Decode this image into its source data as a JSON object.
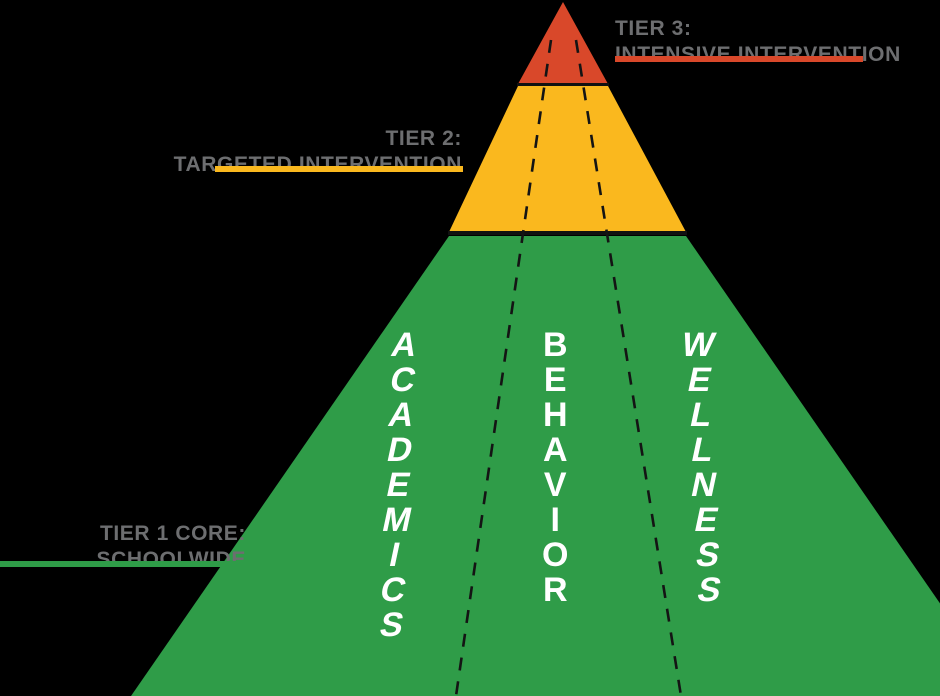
{
  "graphic": {
    "type": "tiered-pyramid-infographic",
    "background_color": "#000000"
  },
  "tiers": [
    {
      "id": "tier3",
      "line1": "TIER 3:",
      "line2": "INTENSIVE INTERVENTION",
      "color": "#d9482a",
      "rule_color": "#d9482a"
    },
    {
      "id": "tier2",
      "line1": "TIER 2:",
      "line2": "TARGETED INTERVENTION",
      "color": "#fab81e",
      "rule_color": "#fab81e"
    },
    {
      "id": "tier1",
      "line1": "TIER 1 CORE:",
      "line2": "SCHOOLWIDE",
      "color": "#2f9c48",
      "rule_color": "#2f9c48"
    }
  ],
  "pillars": [
    {
      "id": "academics",
      "label": "ACADEMICS"
    },
    {
      "id": "behavior",
      "label": "BEHAVIOR"
    },
    {
      "id": "wellness",
      "label": "WELLNESS"
    }
  ],
  "colors": {
    "red": "#d9482a",
    "yellow": "#fab81e",
    "green": "#2f9c48",
    "label_gray": "#6d6e70",
    "pillar_text": "#ffffff",
    "divider": "#1a1a1a"
  }
}
